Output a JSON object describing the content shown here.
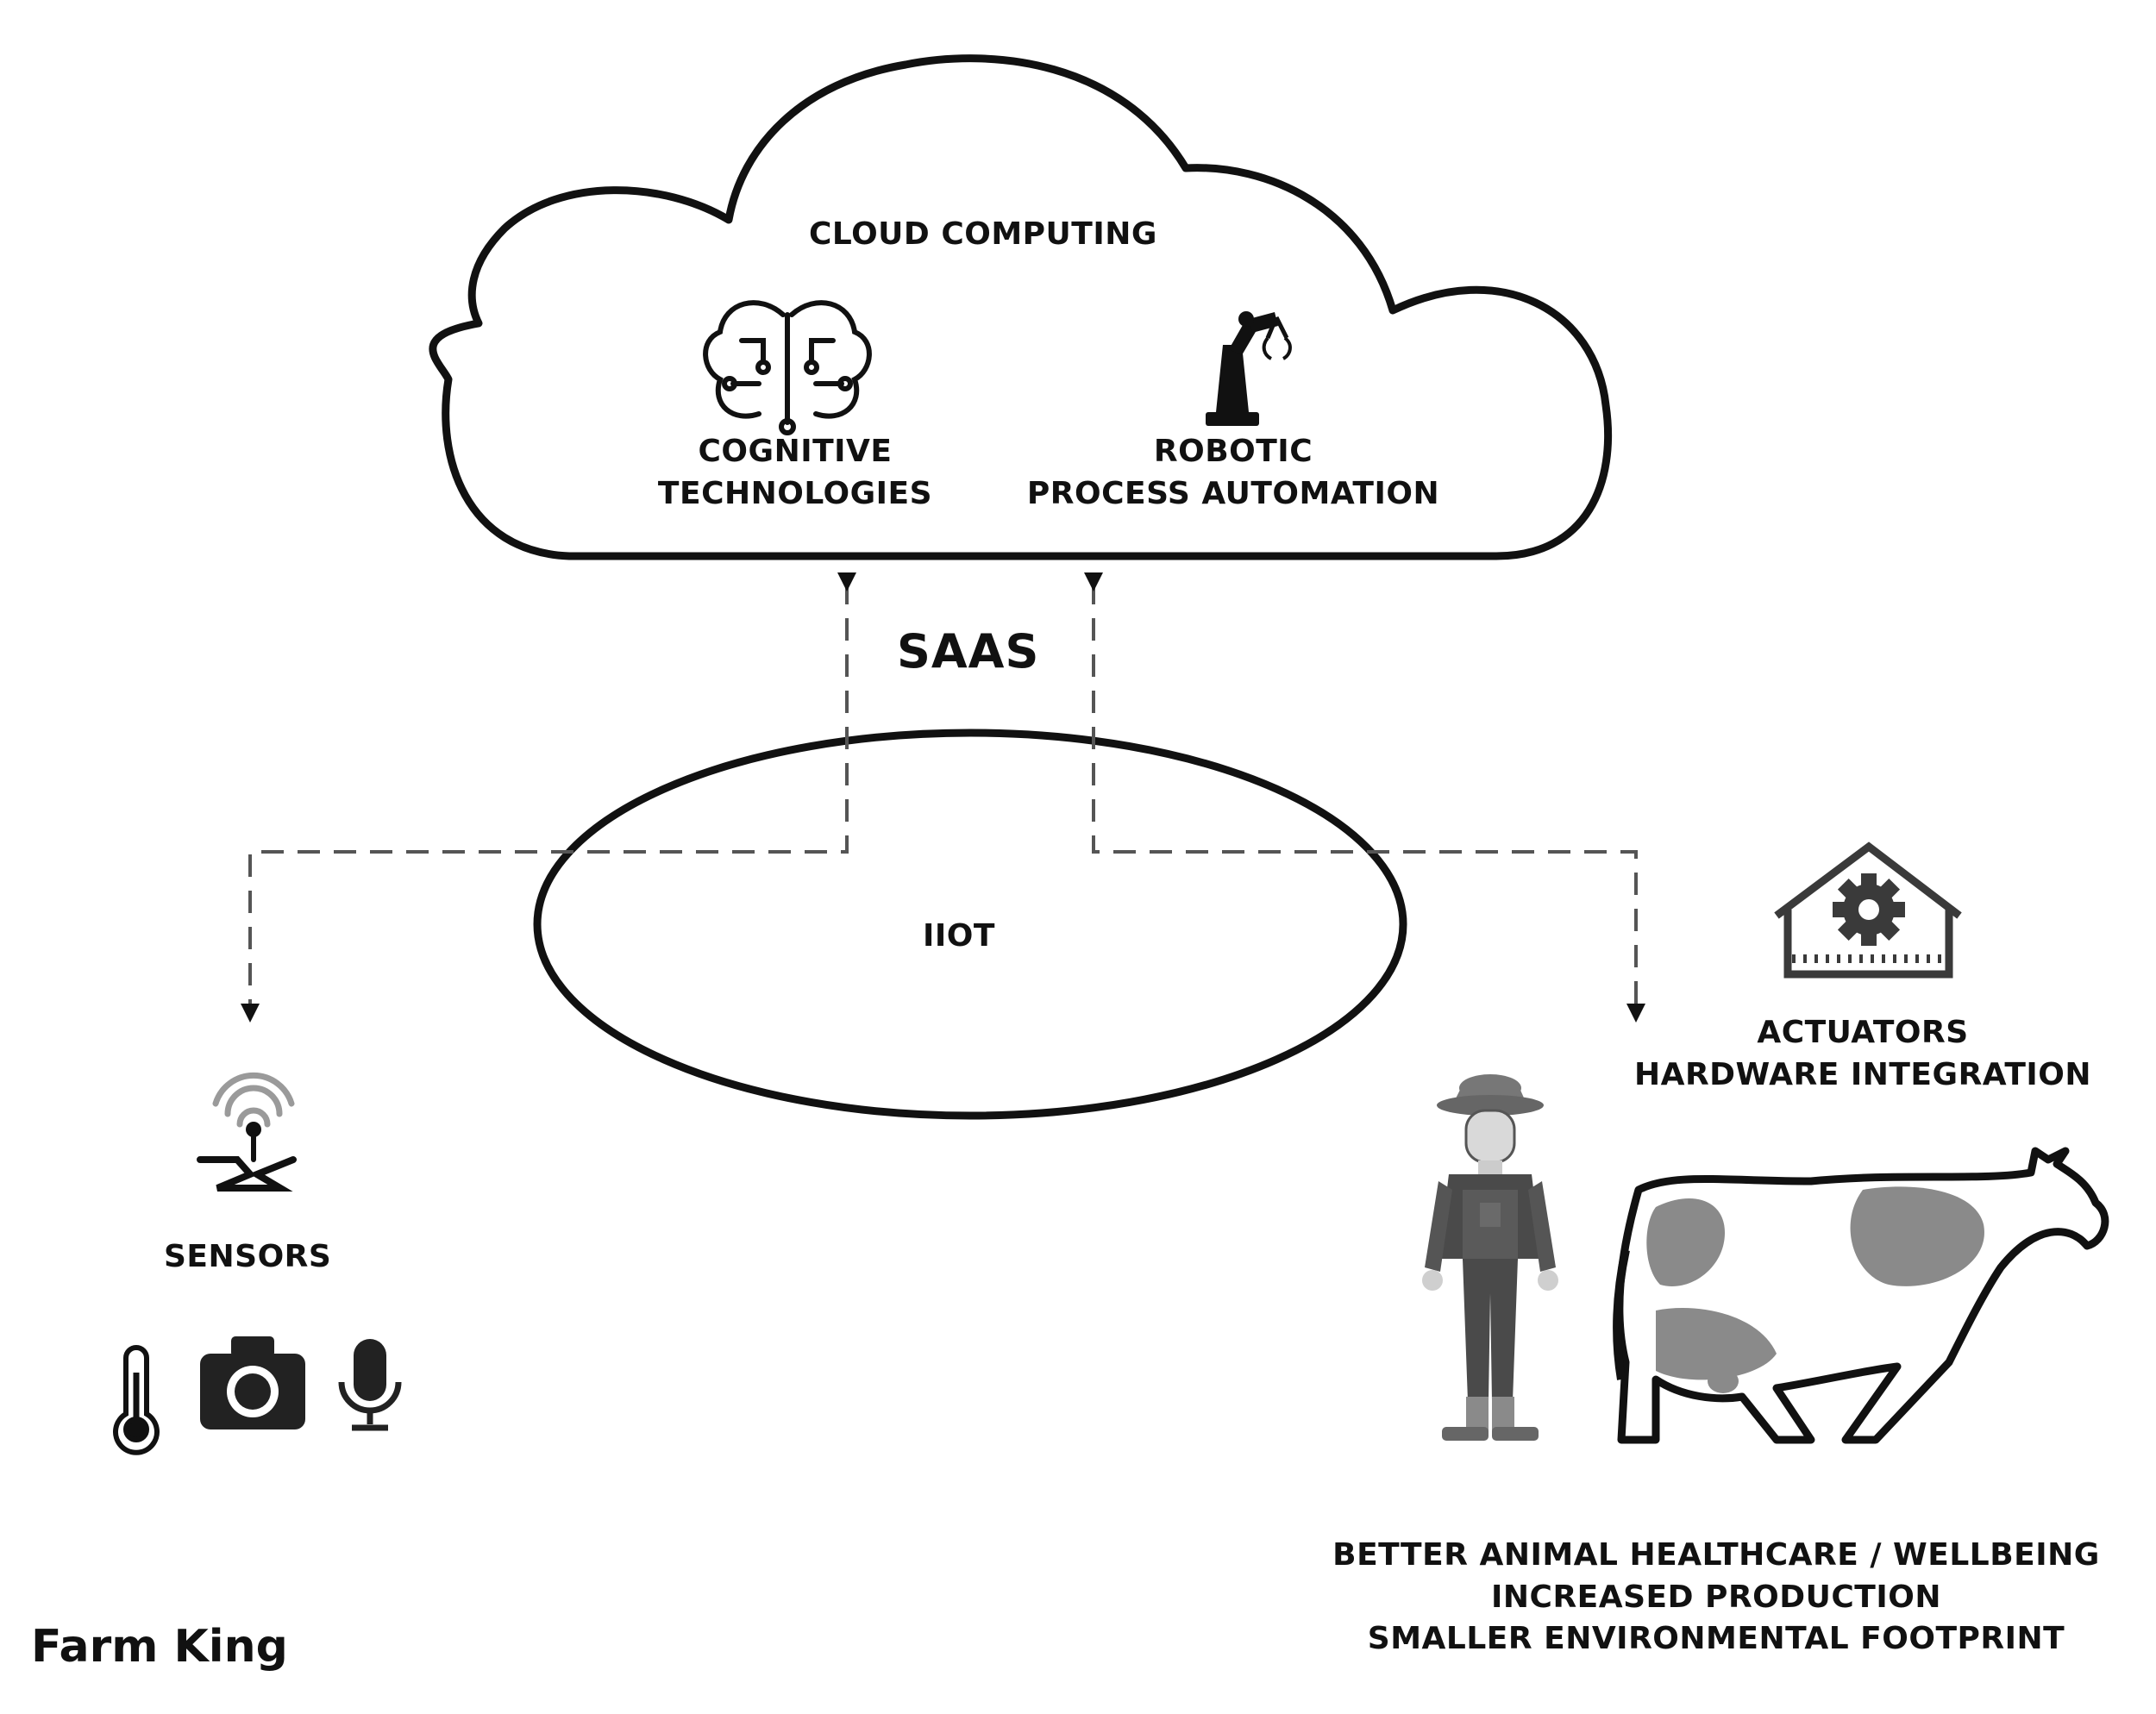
{
  "diagram": {
    "cloud": {
      "title": "CLOUD COMPUTING",
      "left_item": {
        "icon": "brain-circuit-icon",
        "lines": [
          "COGNITIVE",
          "TECHNOLOGIES"
        ]
      },
      "right_item": {
        "icon": "robot-arm-icon",
        "lines": [
          "ROBOTIC",
          "PROCESS AUTOMATION"
        ]
      }
    },
    "link_label": "SAAS",
    "hub_label": "IIOT",
    "sensors": {
      "label": "SENSORS",
      "icons": [
        "wireless-sensor-icon",
        "thermometer-icon",
        "camera-icon",
        "microphone-icon"
      ]
    },
    "actuators": {
      "lines": [
        "ACTUATORS",
        "HARDWARE INTEGRATION"
      ],
      "icons": [
        "smart-barn-gear-icon",
        "farmer-figure",
        "cow-figure"
      ]
    },
    "outcomes": [
      "BETTER ANIMAL HEALTHCARE / WELLBEING",
      "INCREASED PRODUCTION",
      "SMALLER ENVIRONMENTAL FOOTPRINT"
    ],
    "brand": "Farm King",
    "colors": {
      "ink": "#111111",
      "dash": "#555555",
      "mid_gray": "#8a8a8a",
      "light_gray": "#9a9a9a",
      "dark_gray": "#3a3a3a"
    }
  }
}
